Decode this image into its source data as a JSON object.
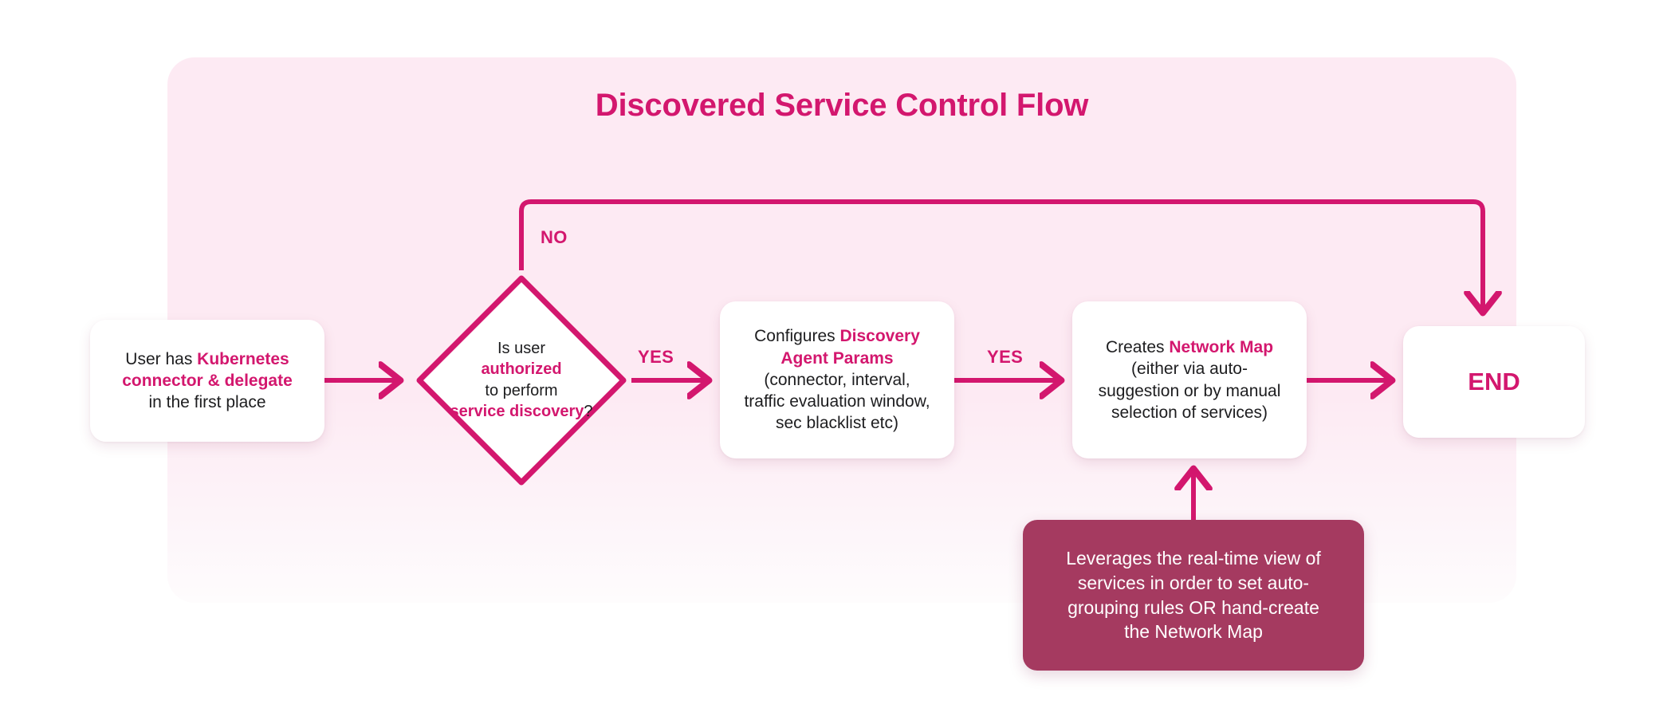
{
  "diagram": {
    "title": "Discovered Service Control Flow",
    "colors": {
      "accent": "#d3176e",
      "panel_background": "#fdeaf3",
      "note_background": "#a53a60",
      "node_background": "#ffffff",
      "text": "#1d1d1f"
    },
    "nodes": {
      "start": {
        "name": "start",
        "shape": "rounded-rect",
        "lines": [
          {
            "segments": [
              {
                "text": "User has ",
                "emphasis": false
              },
              {
                "text": "Kubernetes",
                "emphasis": true
              }
            ]
          },
          {
            "segments": [
              {
                "text": "connector & delegate",
                "emphasis": true
              }
            ]
          },
          {
            "segments": [
              {
                "text": "in the first place",
                "emphasis": false
              }
            ]
          }
        ],
        "plain_text": "User has Kubernetes connector & delegate in the first place"
      },
      "decision": {
        "name": "decision",
        "shape": "diamond",
        "lines": [
          {
            "segments": [
              {
                "text": "Is user",
                "emphasis": false
              }
            ]
          },
          {
            "segments": [
              {
                "text": "authorized",
                "emphasis": true
              }
            ]
          },
          {
            "segments": [
              {
                "text": "to perform",
                "emphasis": false
              }
            ]
          },
          {
            "segments": [
              {
                "text": "service discovery",
                "emphasis": true
              },
              {
                "text": "?",
                "emphasis": false
              }
            ]
          }
        ],
        "plain_text": "Is user authorized to perform service discovery?"
      },
      "params": {
        "name": "configure-discovery-agent-params",
        "shape": "rounded-rect",
        "lines": [
          {
            "segments": [
              {
                "text": "Configures ",
                "emphasis": false
              },
              {
                "text": "Discovery",
                "emphasis": true
              }
            ]
          },
          {
            "segments": [
              {
                "text": "Agent Params",
                "emphasis": true
              }
            ]
          },
          {
            "segments": [
              {
                "text": "(connector, interval,",
                "emphasis": false
              }
            ]
          },
          {
            "segments": [
              {
                "text": "traffic evaluation window,",
                "emphasis": false
              }
            ]
          },
          {
            "segments": [
              {
                "text": "sec blacklist etc)",
                "emphasis": false
              }
            ]
          }
        ],
        "plain_text": "Configures Discovery Agent Params (connector, interval, traffic evaluation window, sec blacklist etc)"
      },
      "netmap": {
        "name": "creates-network-map",
        "shape": "rounded-rect",
        "lines": [
          {
            "segments": [
              {
                "text": "Creates ",
                "emphasis": false
              },
              {
                "text": "Network Map",
                "emphasis": true
              }
            ]
          },
          {
            "segments": [
              {
                "text": "(either via auto-",
                "emphasis": false
              }
            ]
          },
          {
            "segments": [
              {
                "text": "suggestion or by manual",
                "emphasis": false
              }
            ]
          },
          {
            "segments": [
              {
                "text": "selection of services)",
                "emphasis": false
              }
            ]
          }
        ],
        "plain_text": "Creates Network Map (either via auto-suggestion or by manual selection of services)"
      },
      "end": {
        "name": "end",
        "shape": "rounded-rect",
        "label": "END"
      },
      "note": {
        "name": "network-map-note",
        "shape": "rounded-rect-filled",
        "lines": [
          "Leverages the real-time view of",
          "services in order to set auto-",
          "grouping rules OR hand-create",
          "the Network Map"
        ],
        "plain_text": "Leverages the real-time view of services in order to set auto-grouping rules OR hand-create the Network Map"
      }
    },
    "edges": [
      {
        "from": "start",
        "to": "decision",
        "label": ""
      },
      {
        "from": "decision",
        "to": "end",
        "label": "NO"
      },
      {
        "from": "decision",
        "to": "params",
        "label": "YES"
      },
      {
        "from": "params",
        "to": "netmap",
        "label": "YES"
      },
      {
        "from": "netmap",
        "to": "end",
        "label": ""
      },
      {
        "from": "note",
        "to": "netmap",
        "label": ""
      }
    ],
    "edge_labels": {
      "no": "NO",
      "yes_decision_to_params": "YES",
      "yes_params_to_netmap": "YES"
    }
  }
}
